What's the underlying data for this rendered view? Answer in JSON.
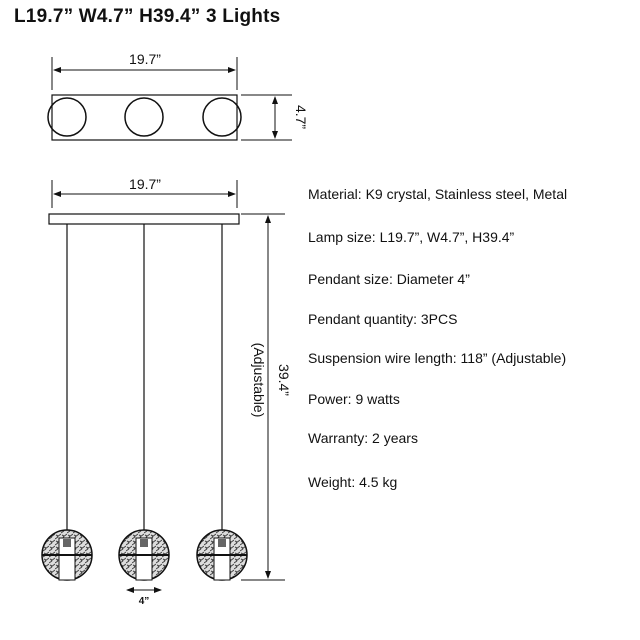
{
  "title": "L19.7”  W4.7”  H39.4” 3 Lights",
  "top_view": {
    "length_label": "19.7”",
    "width_label": "4.7”"
  },
  "front_view": {
    "length_label": "19.7”",
    "height_label": "39.4”",
    "adjustable_label": "(Adjustable)",
    "diameter_label": "4”"
  },
  "specs": [
    "Material: K9 crystal, Stainless steel, Metal",
    "Lamp size:  L19.7”, W4.7”, H39.4”",
    "Pendant size: Diameter  4”",
    "Pendant quantity: 3PCS",
    "Suspension wire length: 118” (Adjustable)",
    "Power:  9 watts",
    "Warranty: 2 years",
    "Weight: 4.5 kg"
  ]
}
